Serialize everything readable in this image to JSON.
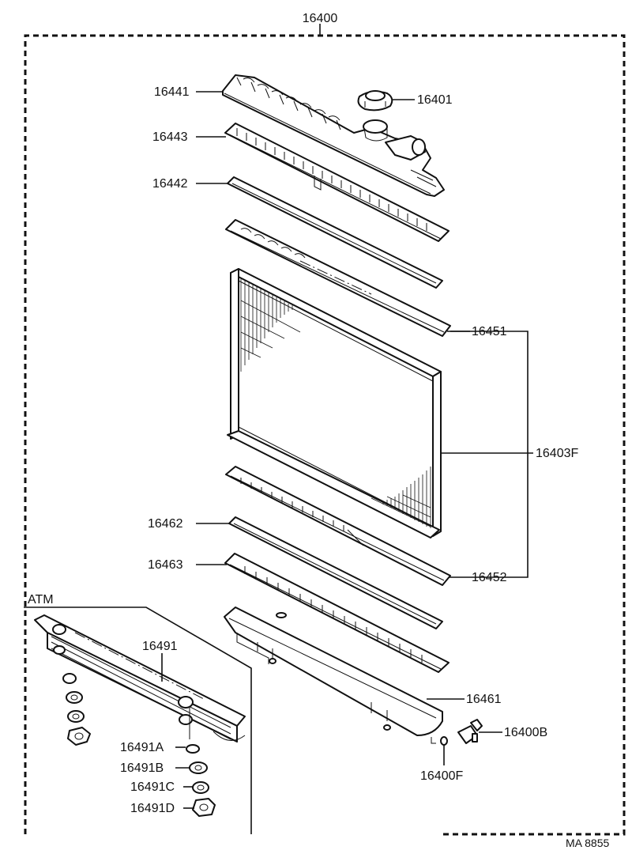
{
  "labels": {
    "assembly": "16400",
    "cap": "16401",
    "upper_tank": "16441",
    "upper_plate": "16443",
    "upper_gasket": "16442",
    "upper_gasket_ref": "16451",
    "core": "16403F",
    "lower_gasket_ref": "16452",
    "lower_gasket": "16462",
    "lower_plate": "16463",
    "lower_tank": "16461",
    "drain_cock": "16400B",
    "drain_plug": "16400F",
    "atm_section": "ATM",
    "oil_cooler": "16491",
    "washer_a": "16491A",
    "washer_b": "16491B",
    "washer_c": "16491C",
    "nut_d": "16491D",
    "catalog_code": "MA  8855"
  }
}
